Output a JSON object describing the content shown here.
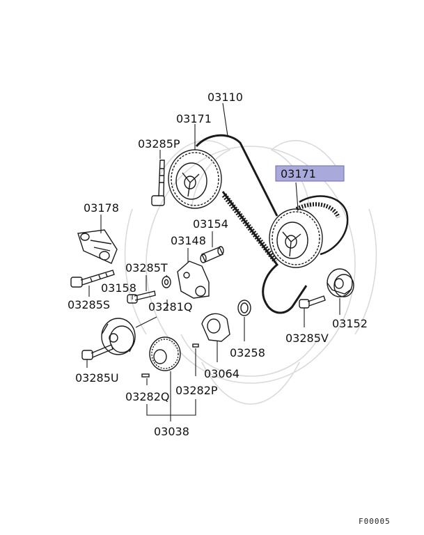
{
  "colors": {
    "highlight_fill": "#a9a9dc",
    "highlight_stroke": "#6a6ab0",
    "line": "#1a1a1a"
  },
  "highlighted_part": "03171",
  "labels": {
    "p03110": "03110",
    "p03171_top": "03171",
    "p03171_hl": "03171",
    "p03285P": "03285P",
    "p03178": "03178",
    "p03154": "03154",
    "p03148": "03148",
    "p03285T": "03285T",
    "p03158": "03158",
    "p03285S": "03285S",
    "p03281Q": "03281Q",
    "p03258": "03258",
    "p03152": "03152",
    "p03285V": "03285V",
    "p03064": "03064",
    "p03285U": "03285U",
    "p03282Q": "03282Q",
    "p03282P": "03282P",
    "p03038": "03038"
  },
  "figure_code": "F00005"
}
